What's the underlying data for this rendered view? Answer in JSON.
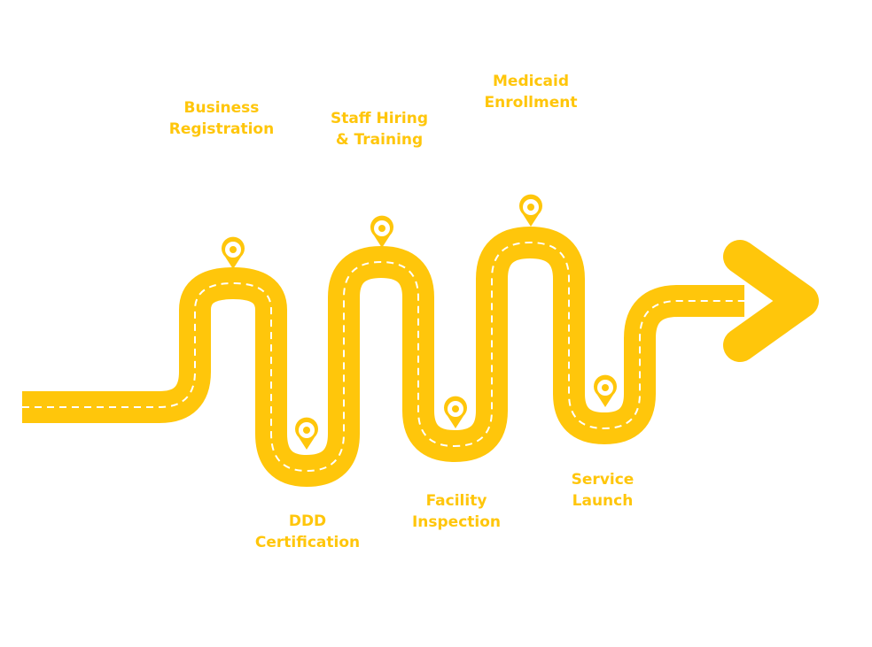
{
  "colors": {
    "road": "#FFC60B",
    "lane_marking": "#FFFFFF",
    "background": "#FFFFFF"
  },
  "milestones": [
    {
      "id": "business",
      "label": "Business\nRegistration"
    },
    {
      "id": "ddd",
      "label": "DDD\nCertification"
    },
    {
      "id": "staff",
      "label": "Staff Hiring\n& Training"
    },
    {
      "id": "facility",
      "label": "Facility\nInspection"
    },
    {
      "id": "medicaid",
      "label": "Medicaid\nEnrollment"
    },
    {
      "id": "service",
      "label": "Service\nLaunch"
    }
  ]
}
